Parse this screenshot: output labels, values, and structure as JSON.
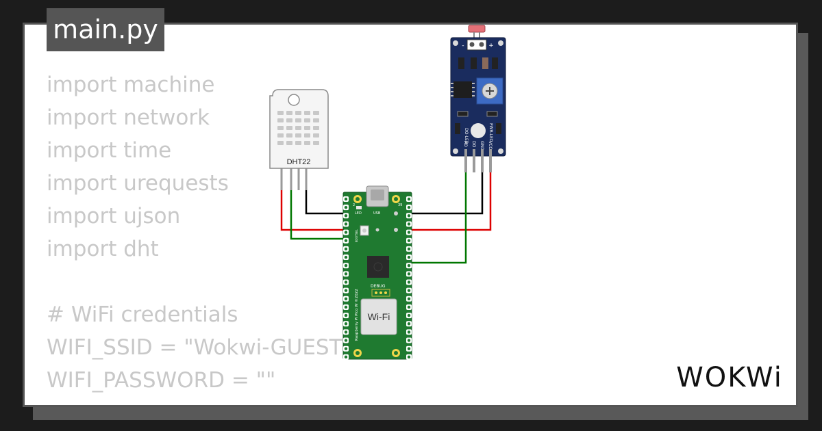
{
  "file_tab": {
    "label": "main.py"
  },
  "code_lines": [
    "import machine",
    "import network",
    "import time",
    "import urequests",
    "import ujson",
    "import dht",
    "",
    "# WiFi credentials",
    "WIFI_SSID = \"Wokwi-GUEST\"",
    "WIFI_PASSWORD = \"\""
  ],
  "dht22": {
    "label": "DHT22"
  },
  "ldr_module": {
    "pin_labels": [
      "AO",
      "DO",
      "GND",
      "VCC"
    ],
    "power_marks": [
      "-",
      "+"
    ],
    "led_labels": [
      "DO-LED",
      "PWR-LED"
    ]
  },
  "pico": {
    "labels": {
      "led": "LED",
      "usb": "USB",
      "debug": "DEBUG",
      "wifi": "Wi-Fi",
      "model": "Raspberry Pi Pico W ©2022",
      "bootsel": "BOOTSEL"
    },
    "pin_numbers": {
      "left": "2",
      "right": "39"
    }
  },
  "wires": {
    "colors": {
      "black": "#000000",
      "red": "#dd0000",
      "green": "#007700"
    }
  },
  "brand": {
    "logo_text": "WOKWi"
  }
}
